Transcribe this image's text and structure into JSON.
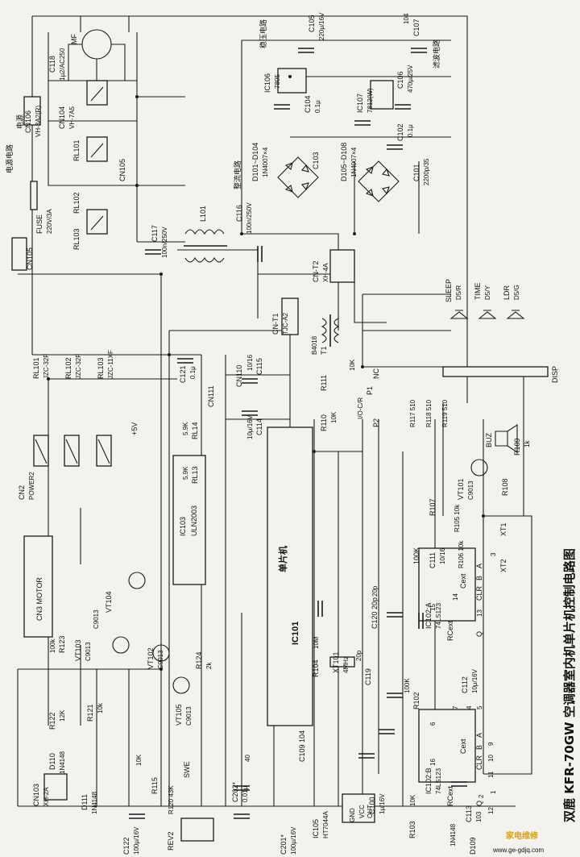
{
  "title": "双鹿 KFR-70GW 空调器室内机单片机控制电路图",
  "watermark": {
    "brand": "家电维修",
    "site": "www.ge-gdjq.com"
  },
  "sections": {
    "power_circuit": "电源电路",
    "power": "电源",
    "regulator": "稳压电路",
    "rectifier": "整流电路",
    "filter": "滤波电路"
  },
  "ics": {
    "mcu": "IC101",
    "mcu_name": "单片机",
    "driver": "IC103",
    "driver_part": "ULN2003",
    "ic102a": "IC102:A",
    "ic102a_part": "74LS123",
    "ic102b": "IC102:B",
    "ic102b_part": "74LS123",
    "ic105": "IC105",
    "ic105_part": "HT7044A",
    "ic106": "IC106",
    "ic106_part": "7805",
    "ic107": "IC107",
    "ic107_part": "7812(W)"
  },
  "pins": {
    "cext": "Cext",
    "rcext": "RCext",
    "a": "A",
    "b": "B",
    "clr": "CLR",
    "q": "Q",
    "gnd": "GND",
    "vcc": "VCC",
    "out": "OUT"
  },
  "connectors": {
    "cn106": "CN106",
    "cn106_part": "VH-3A2(R)",
    "cn104": "CN104",
    "cn104_part": "VH-7A5",
    "cn105a": "CN105",
    "cn105b": "CN105",
    "cn2": "CN2",
    "cn2_part": "POWER2",
    "cn3": "CN3 MOTOR",
    "cnt1": "CN-T1",
    "cnt1_part": "TJC-A2",
    "cnt2": "CN-T2",
    "cnt2_part": "XH-4A",
    "cn110": "CN110",
    "cn111": "CN111",
    "cn103": "CN103",
    "cn103_part": "XH-2A",
    "disp": "DISP"
  },
  "parts": {
    "mf": "MF",
    "c118": "C118",
    "c118_v": "1μ2/AC250",
    "rl101": "RL101",
    "rl102": "RL102",
    "rl103": "RL103",
    "fuse": "FUSE",
    "fuse_v": "220V/3A",
    "c117": "C117",
    "c117_v": "100n/250V",
    "l101": "L101",
    "t1": "T1",
    "t1_part": "B4018",
    "c116": "C116",
    "c116_v": "100n/250V",
    "d101": "D101~D104",
    "d101_v": "1N4007×4",
    "d105": "D105~D108",
    "d105_v": "1N4007×4",
    "c101": "C101",
    "c101_v": "2200p/35",
    "c102": "C102",
    "c102_v": "0.1μ",
    "c103": "C103",
    "c104": "C104",
    "c104_v": "0.1μ",
    "c105": "C105",
    "c105_v": "220μ/16V",
    "c106": "C106",
    "c106_v": "470μ/25V",
    "c107": "C107",
    "c107_v": "104",
    "rl101s": "RL101",
    "rl101s_v": "JZC-32F",
    "rl102s": "RL102",
    "rl102s_v": "JZC-32F",
    "rl103s": "RL103",
    "rl103s_v": "JZC-11XF",
    "c121": "C121",
    "c121_v": "0.1μ",
    "c115": "C115",
    "c115_v": "10/16",
    "c114": "C114",
    "c114_v": "10μ/16V",
    "r14": "RL14",
    "r14_v": "5.9K",
    "r13": "RL13",
    "r13_v": "5.9K",
    "vcc5": "+5V",
    "r111": "R111",
    "r111_v": "10K",
    "r110": "R110",
    "r110_v": "10K",
    "nc": "NC",
    "p1": "P1",
    "io": "I/O-C/R",
    "p2": "P2",
    "r117": "R117 510",
    "r118": "R118 510",
    "r119": "R119 510",
    "sleep": "SLEEP",
    "sleep_v": "D5/R",
    "time": "TIME",
    "time_v": "D5/Y",
    "ldr": "LDR",
    "ldr_v": "D5/G",
    "buz": "BUZ",
    "r109": "R109",
    "r109_v": "1k",
    "vt101": "VT101",
    "vt101_v": "C9013",
    "r108": "R108",
    "r107": "R107",
    "r105": "R105 10k",
    "r106": "R106 10k",
    "xt1": "XT1",
    "xt2": "XT2",
    "r100": "100K",
    "c111": "C111",
    "c111_v": "10/16",
    "c103t": "C9013",
    "vt104": "VT104",
    "r123": "R123",
    "r123_v": "100k",
    "c9013b": "C9013",
    "vt103": "VT103",
    "vt102": "VT102",
    "vt102_v": "C9013",
    "r124": "R124",
    "r124_v": "2k",
    "vt105": "VT105",
    "vt105_v": "C9013",
    "r122": "R122",
    "r122_v": "12K",
    "r121": "R121",
    "r121_v": "10k",
    "c120": "C120 20p",
    "c120b": "20p",
    "r104": "R104",
    "r104_v": "10M",
    "xt101": "XT101",
    "xt101_v": "4MHz",
    "c119": "C119",
    "c119_v": "20p",
    "r102": "R102",
    "r102_v": "100K",
    "c112": "C112",
    "c112_v": "10μ/16V",
    "c109": "C109 104",
    "d110": "D110",
    "d110_v": "1N4148",
    "d111": "D111",
    "d111_v": "1N4148",
    "r115": "R115",
    "r115_v": "10K",
    "swe": "SWE",
    "r120": "R120 43K",
    "c202": "C202*",
    "c202_v": "0.01μ",
    "n40": "40",
    "c100": "C100",
    "c100_v": "1μ/16V",
    "c122": "C122",
    "c122_v": "100μ/16V",
    "rev2": "REV2",
    "c201": "C201*",
    "c201_v": "100μ/16V",
    "c113": "C113",
    "c113_v": "103",
    "r103": "R103",
    "r103_v": "10K",
    "d109": "D109",
    "d109_v": "1N4148",
    "n1": "1",
    "n2": "2",
    "n3": "3",
    "n4": "4",
    "n5": "5",
    "n6": "6",
    "n7": "7",
    "n9": "9",
    "n10": "10",
    "n11": "11",
    "n12": "12",
    "n13": "13",
    "n14": "14",
    "n15": "15",
    "n16": "16"
  }
}
